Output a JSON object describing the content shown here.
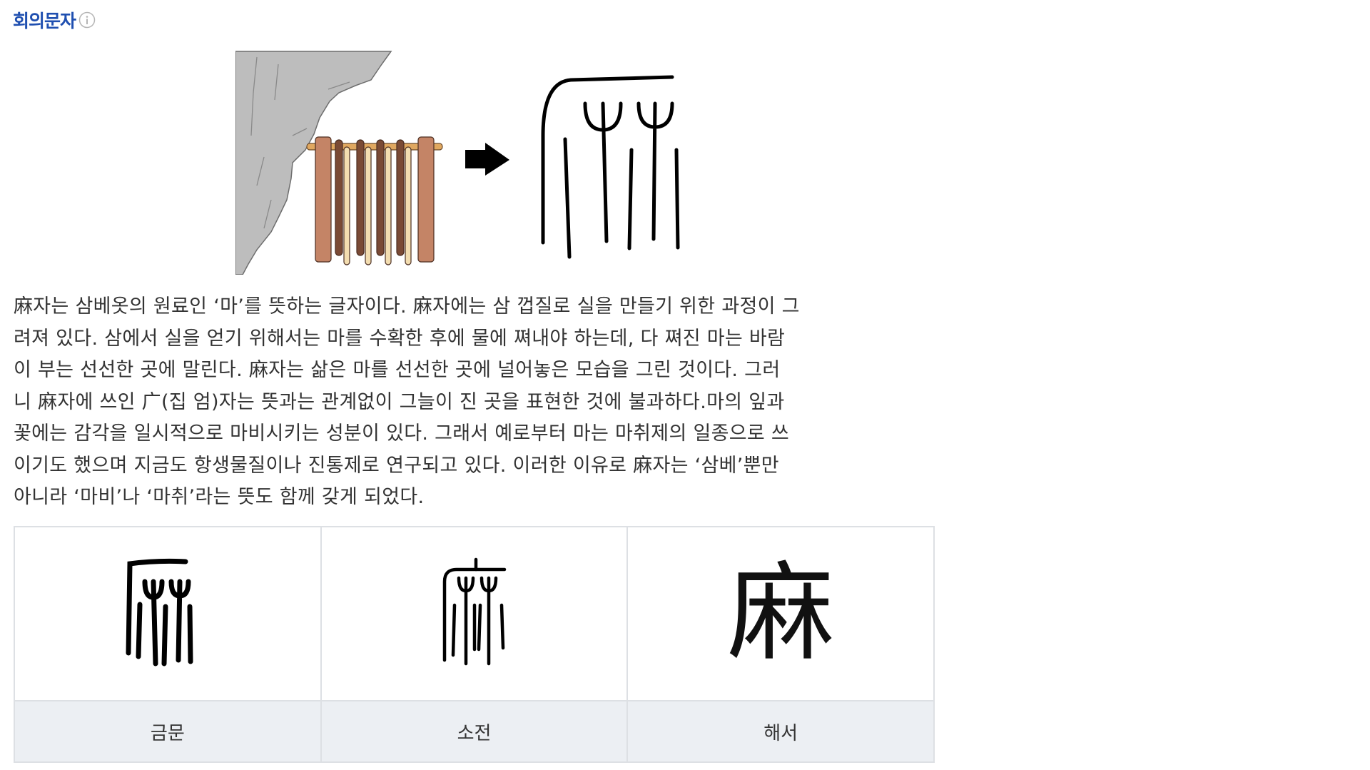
{
  "header": {
    "title": "회의문자",
    "info_icon": "info-circle-icon",
    "title_color": "#1f4fb0"
  },
  "illustration": {
    "left_image": "cliff-with-drying-hemp-rack",
    "arrow_icon": "right-arrow-icon",
    "right_image": "bronze-script-ma-glyph",
    "colors": {
      "cliff": "#bcbcbc",
      "post": "#c48466",
      "dark_fiber": "#7a4a35",
      "light_fiber": "#f3ddb0"
    }
  },
  "paragraph": {
    "lines": [
      "麻자는 삼베옷의 원료인 ‘마’를 뜻하는 글자이다. 麻자에는 삼 껍질로 실을 만들기 위한 과정이 그",
      "려져 있다. 삼에서 실을 얻기 위해서는 마를 수확한 후에 물에 쪄내야 하는데, 다 쪄진 마는 바람",
      "이 부는 선선한 곳에 말린다. 麻자는 삶은 마를 선선한 곳에 널어놓은 모습을 그린 것이다. 그러",
      "니 麻자에 쓰인 广(집 엄)자는 뜻과는 관계없이 그늘이 진 곳을 표현한 것에 불과하다.마의 잎과",
      "꽃에는 감각을 일시적으로 마비시키는 성분이 있다. 그래서 예로부터 마는 마취제의 일종으로 쓰",
      "이기도 했으며 지금도 항생물질이나 진통제로 연구되고 있다. 이러한 이유로 麻자는 ‘삼베’뿐만",
      "아니라 ‘마비’나 ‘마취’라는 뜻도 함께 갖게 되었다."
    ]
  },
  "script_table": {
    "columns": [
      {
        "label": "금문",
        "glyph": "bronze-script-glyph"
      },
      {
        "label": "소전",
        "glyph": "seal-script-glyph"
      },
      {
        "label": "해서",
        "glyph": "麻"
      }
    ],
    "header_bg": "#eceff3",
    "border_color": "#dde0e4"
  }
}
